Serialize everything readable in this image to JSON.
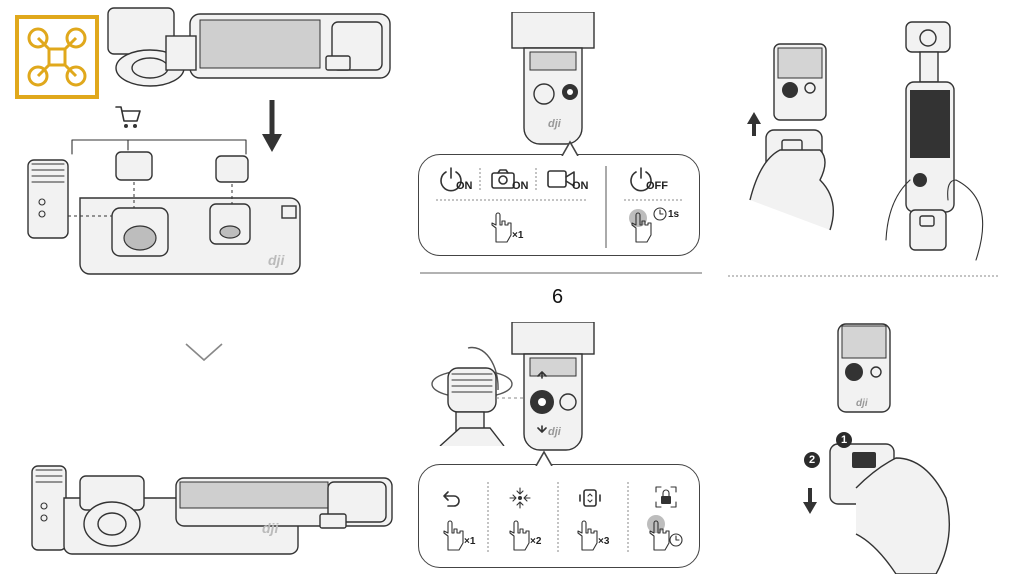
{
  "watermark": {
    "icon": "drone-icon",
    "color": "#e0a81c"
  },
  "brand": {
    "logo_text": "dji"
  },
  "step_number": "6",
  "power_panel": {
    "items": [
      {
        "icon": "power-icon",
        "sub": "ON"
      },
      {
        "icon": "camera-icon",
        "sub": "ON"
      },
      {
        "icon": "video-camera-icon",
        "sub": "ON"
      }
    ],
    "press": "×1",
    "off": {
      "icon": "power-icon",
      "sub": "OFF",
      "hold": "1s"
    }
  },
  "joystick_panel": {
    "items": [
      {
        "icon": "back-arrow-icon",
        "press": "×1"
      },
      {
        "icon": "recenter-icon",
        "press": "×2"
      },
      {
        "icon": "rotate-screen-icon",
        "press": "×3"
      },
      {
        "icon": "lock-icon",
        "press": ""
      }
    ]
  },
  "callouts": {
    "one": "1",
    "two": "2"
  },
  "colors": {
    "accent": "#e0a81c",
    "line": "#333333",
    "fill": "#f2f2f2"
  }
}
